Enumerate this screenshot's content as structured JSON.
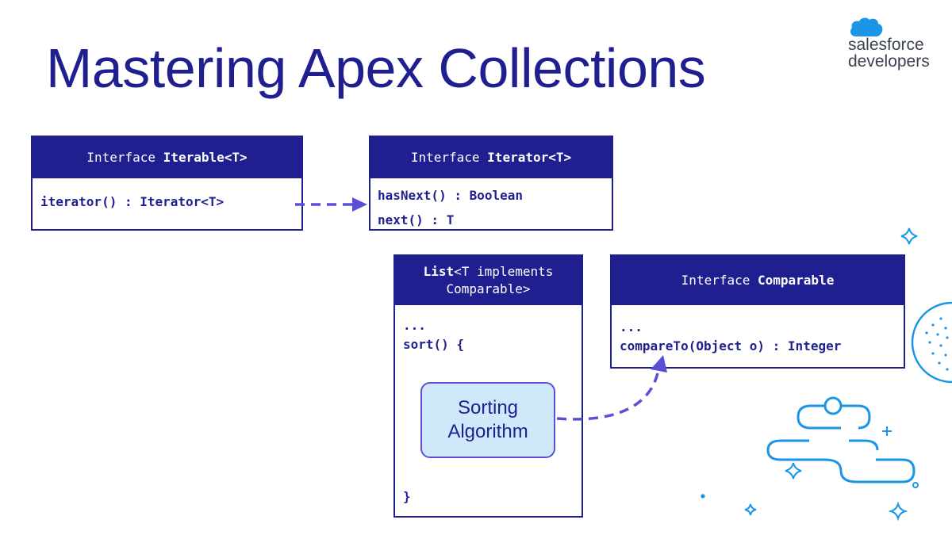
{
  "slide": {
    "title": "Mastering Apex Collections"
  },
  "logo": {
    "line1": "salesforce",
    "line2": "developers"
  },
  "iterable": {
    "header_prefix": "Interface ",
    "header_name": "Iterable<T>",
    "methods": [
      "iterator() : Iterator<T>"
    ]
  },
  "iterator": {
    "header_prefix": "Interface ",
    "header_name": "Iterator<T>",
    "methods": [
      "hasNext() : Boolean",
      "next() : T"
    ]
  },
  "list": {
    "header_name": "List",
    "header_rest_1": "<T implements",
    "header_rest_2": "Comparable>",
    "line_dots": "...",
    "line_sort": "sort() {",
    "line_close": "}"
  },
  "comparable": {
    "header_prefix": "Interface ",
    "header_name": "Comparable",
    "line_dots": "...",
    "line_method": "compareTo(Object o) : Integer"
  },
  "algorithm": {
    "line1": "Sorting",
    "line2": "Algorithm"
  },
  "colors": {
    "navy": "#1f1f8f",
    "arrow": "#5b4fd6",
    "algo_fill": "#cfe9fb",
    "decor_blue": "#1b96e6"
  }
}
